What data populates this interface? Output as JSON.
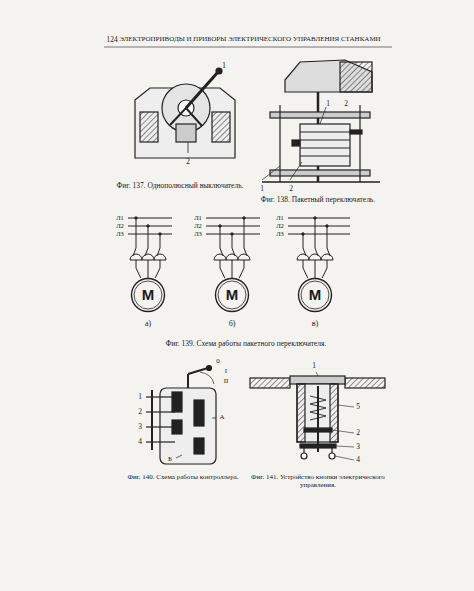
{
  "diagram": {
    "nodes": [
      {
        "text": [
          "M"
        ]
      },
      {
        "text": [
          "M"
        ]
      },
      {
        "text": [
          "M"
        ]
      }
    ],
    "labels": [
      "124",
      "ЭЛЕКТРОПРИВОДЫ И ПРИБОРЫ ЭЛЕКТРИЧЕСКОГО УПРАВЛЕНИЯ СТАНКАМИ",
      "1",
      "2",
      "Фиг. 137. Однополюсный выключатель.",
      "1",
      "2",
      "1",
      "2",
      "Фиг. 138. Пакетный переключатель.",
      "Л1",
      "Л2",
      "Л3",
      "Л1",
      "Л2",
      "Л3",
      "Л1",
      "Л2",
      "Л3",
      "а)",
      "б)",
      "в)",
      "Фиг. 139. Схема работы пакетного переключателя.",
      "1",
      "2",
      "3",
      "4",
      "0",
      "I",
      "II",
      "А",
      "Б",
      "Фиг. 140. Схема работы контроллера.",
      "1",
      "5",
      "2",
      "3",
      "4",
      "Фиг. 141. Устройство кнопки электрического управления."
    ]
  }
}
